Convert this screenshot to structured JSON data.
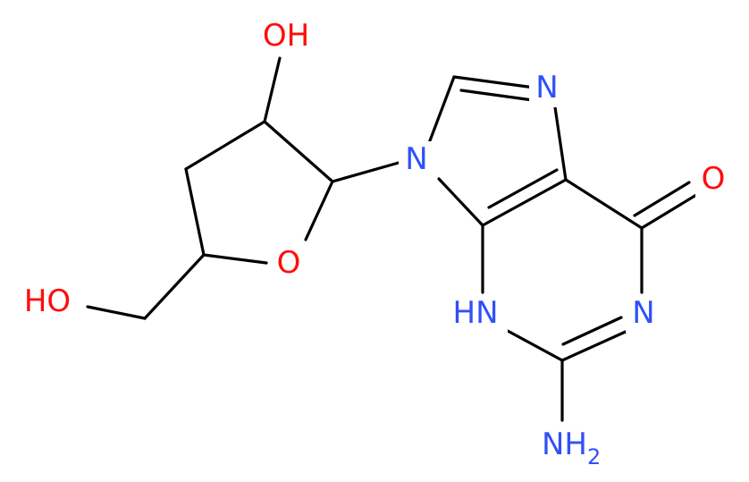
{
  "colors": {
    "bond": "#000000",
    "oxygen": "#ff0d0d",
    "nitrogen": "#3050f8",
    "background": "#ffffff"
  },
  "atoms": {
    "oh_top": {
      "text": "OH",
      "element": "O"
    },
    "o_ring": {
      "text": "O",
      "element": "O"
    },
    "ho_left": {
      "text": "HO",
      "element": "O"
    },
    "n9": {
      "text": "N",
      "element": "N"
    },
    "n7": {
      "text": "N",
      "element": "N"
    },
    "o_carbonyl": {
      "text": "O",
      "element": "O"
    },
    "n3h": {
      "text": "HN",
      "element": "N"
    },
    "n1": {
      "text": "N",
      "element": "N"
    },
    "nh2": {
      "text": "NH",
      "sub": "2",
      "element": "N"
    }
  }
}
